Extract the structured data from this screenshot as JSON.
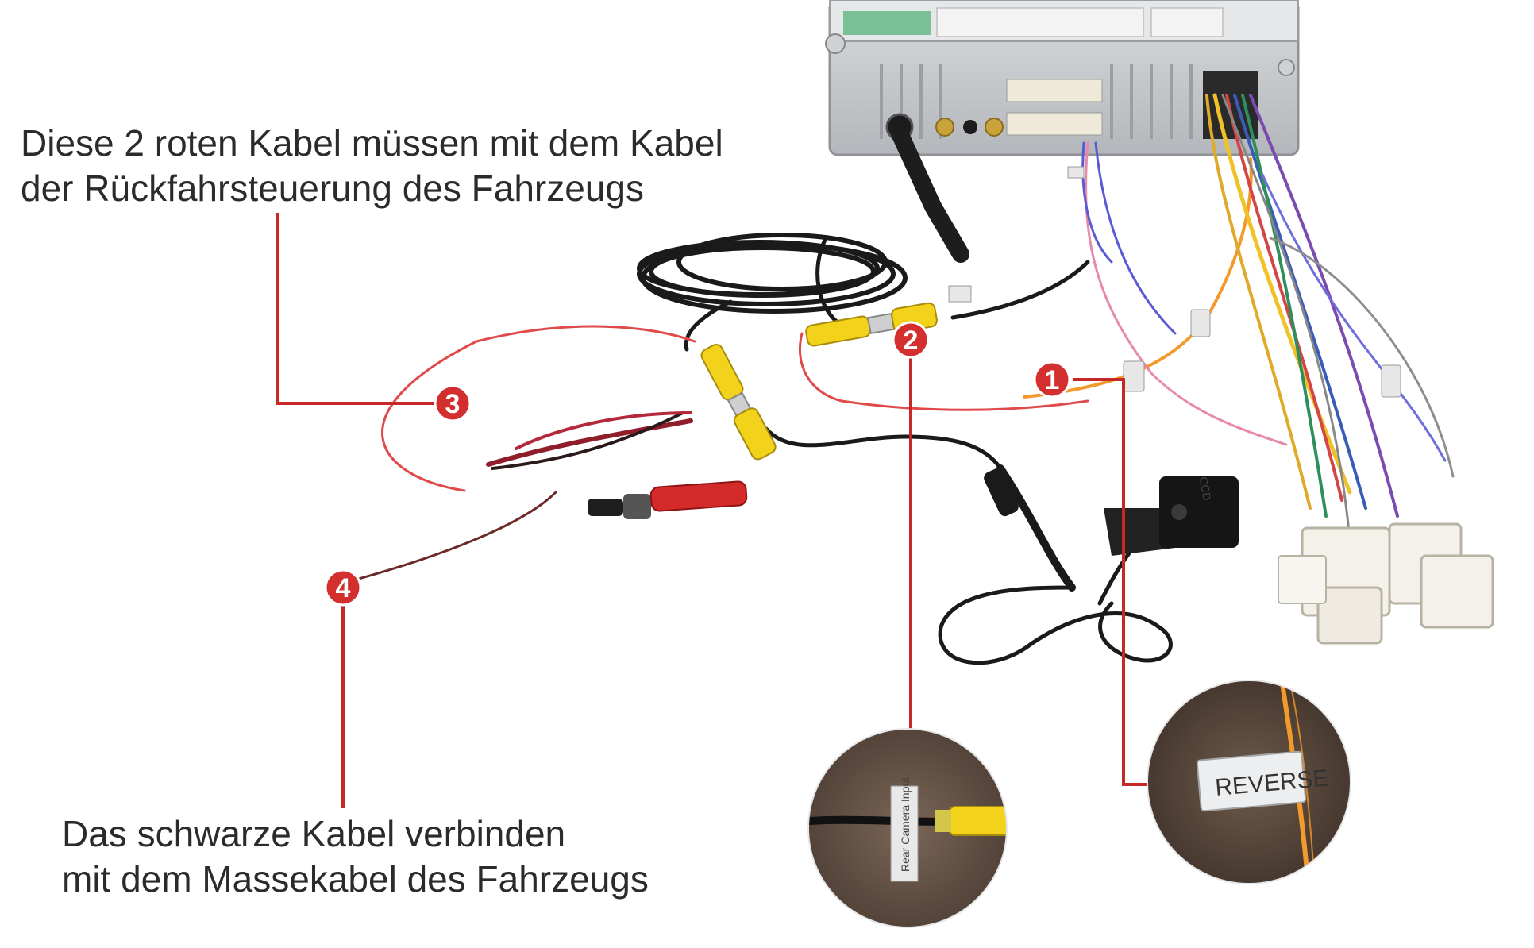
{
  "captions": {
    "top": {
      "line1": "Diese 2 roten Kabel müssen mit dem Kabel",
      "line2": "der Rückfahrsteuerung des Fahrzeugs"
    },
    "bottom": {
      "line1": "Das schwarze Kabel verbinden",
      "line2": "mit dem Massekabel des Fahrzeugs"
    }
  },
  "markers": {
    "m1": "1",
    "m2": "2",
    "m3": "3",
    "m4": "4"
  },
  "insets": {
    "reverse_label": "REVERSE",
    "camera_label": "Rear Camera Input"
  },
  "camera": {
    "label": "CCD"
  },
  "colors": {
    "callout_red": "#c62828",
    "marker_red": "#d32f2f",
    "rca_yellow": "#f2d21b",
    "rca_red": "#d42a2a",
    "reverse_orange": "#f39a2c",
    "cable_black": "#1a1a1a",
    "thin_red": "#e04a4a"
  }
}
